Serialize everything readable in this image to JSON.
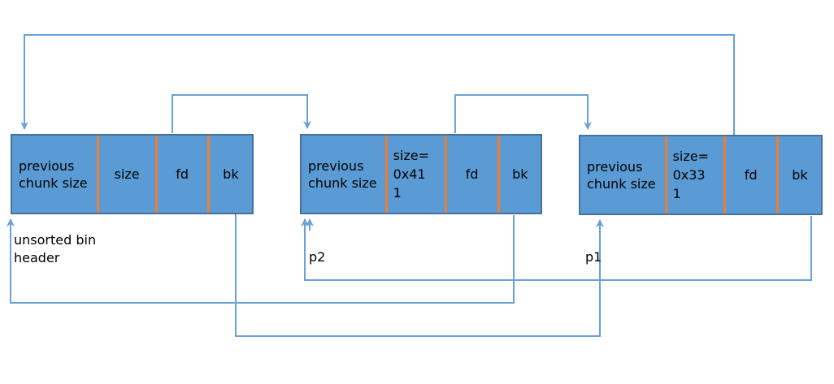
{
  "diagram": {
    "type": "heap-unsorted-bin-linked-list",
    "boxes": [
      {
        "id": "unsorted-bin-header",
        "cells": {
          "prev": "previous chunk size",
          "size": "size",
          "fd": "fd",
          "bk": "bk"
        },
        "label": "unsorted bin\nheader"
      },
      {
        "id": "p2",
        "cells": {
          "prev": "previous chunk size",
          "size": "size=0x411",
          "fd": "fd",
          "bk": "bk"
        },
        "label": "p2"
      },
      {
        "id": "p1",
        "cells": {
          "prev": "previous chunk size",
          "size": "size=0x331",
          "fd": "fd",
          "bk": "bk"
        },
        "label": "p1"
      }
    ],
    "arrows": [
      {
        "name": "p1-fd-to-header",
        "from": "p1.fd",
        "to": "unsorted-bin-header"
      },
      {
        "name": "header-fd-to-p2",
        "from": "unsorted-bin-header.fd",
        "to": "p2"
      },
      {
        "name": "p2-fd-to-p1",
        "from": "p2.fd",
        "to": "p1"
      },
      {
        "name": "p2-bk-to-header",
        "from": "p2.bk",
        "to": "unsorted-bin-header"
      },
      {
        "name": "p1-bk-to-p2",
        "from": "p1.bk",
        "to": "p2"
      },
      {
        "name": "header-bk-to-p1",
        "from": "unsorted-bin-header.bk",
        "to": "p1"
      }
    ],
    "colors": {
      "box_fill": "#5b9bd5",
      "box_border": "#45719f",
      "cell_divider": "#ed7d31",
      "arrow": "#69a1d8",
      "text": "#000000",
      "background": "#ffffff"
    }
  }
}
